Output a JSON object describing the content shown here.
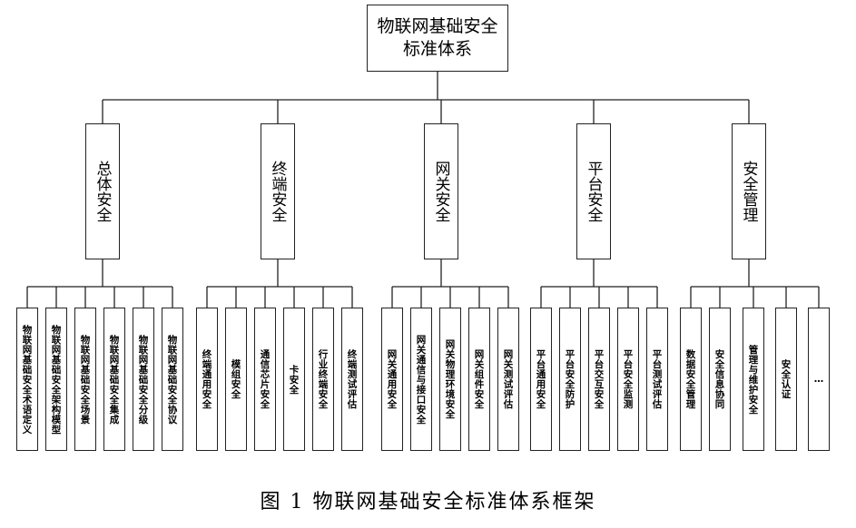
{
  "root": {
    "line1": "物联网基础安全",
    "line2": "标准体系"
  },
  "categories": [
    {
      "label": "总体安全",
      "leaves": [
        "物联网基础安全术语定义",
        "物联网基础安全架构模型",
        "物联网基础安全场景",
        "物联网基础安全集成",
        "物联网基础安全分级",
        "物联网基础安全协议"
      ]
    },
    {
      "label": "终端安全",
      "leaves": [
        "终端通用安全",
        "模组安全",
        "通信芯片安全",
        "卡安全",
        "行业终端安全",
        "终端测试评估"
      ]
    },
    {
      "label": "网关安全",
      "leaves": [
        "网关通用安全",
        "网关通信与接口安全",
        "网关物理环境安全",
        "网关组件安全",
        "网关测试评估"
      ]
    },
    {
      "label": "平台安全",
      "leaves": [
        "平台通用安全",
        "平台安全防护",
        "平台交互安全",
        "平台安全监测",
        "平台测试评估"
      ]
    },
    {
      "label": "安全管理",
      "leaves": [
        "数据安全管理",
        "安全信息协同",
        "管理与维护安全",
        "安全认证",
        "…"
      ]
    }
  ],
  "caption": "图 1  物联网基础安全标准体系框架"
}
